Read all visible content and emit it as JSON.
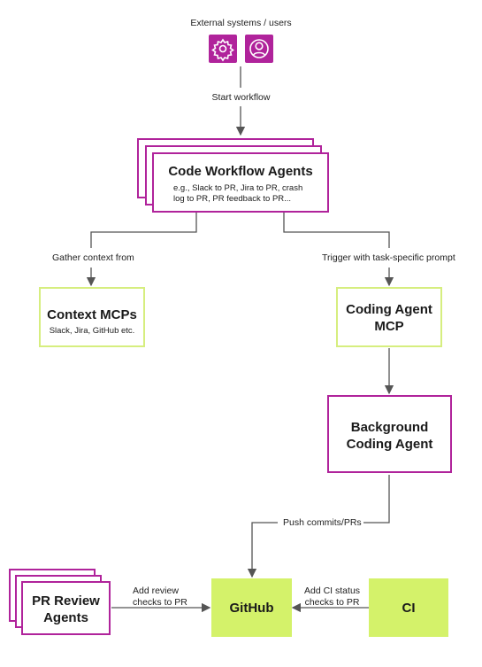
{
  "external": {
    "label": "External systems / users",
    "icons": [
      "gear-icon",
      "user-icon"
    ]
  },
  "edges": {
    "start_workflow": "Start workflow",
    "gather_context": "Gather context from",
    "trigger": "Trigger with task-specific prompt",
    "push_commits": "Push commits/PRs",
    "add_review_l1": "Add review",
    "add_review_l2": "checks to PR",
    "add_ci_l1": "Add CI status",
    "add_ci_l2": "checks to PR"
  },
  "nodes": {
    "code_workflow": {
      "title": "Code Workflow Agents",
      "sub_l1": "e.g., Slack to PR, Jira to PR, crash",
      "sub_l2": "log to PR, PR feedback to PR..."
    },
    "context_mcps": {
      "title": "Context MCPs",
      "sub": "Slack, Jira, GitHub etc."
    },
    "coding_agent_mcp": {
      "title_l1": "Coding Agent",
      "title_l2": "MCP"
    },
    "background_agent": {
      "title_l1": "Background",
      "title_l2": "Coding Agent"
    },
    "pr_review": {
      "title_l1": "PR Review",
      "title_l2": "Agents"
    },
    "github": {
      "title": "GitHub"
    },
    "ci": {
      "title": "CI"
    }
  },
  "colors": {
    "purple": "#b0239b",
    "lime_border": "#d6ee7f",
    "lime_fill": "#d4f26a",
    "arrow": "#555555"
  }
}
